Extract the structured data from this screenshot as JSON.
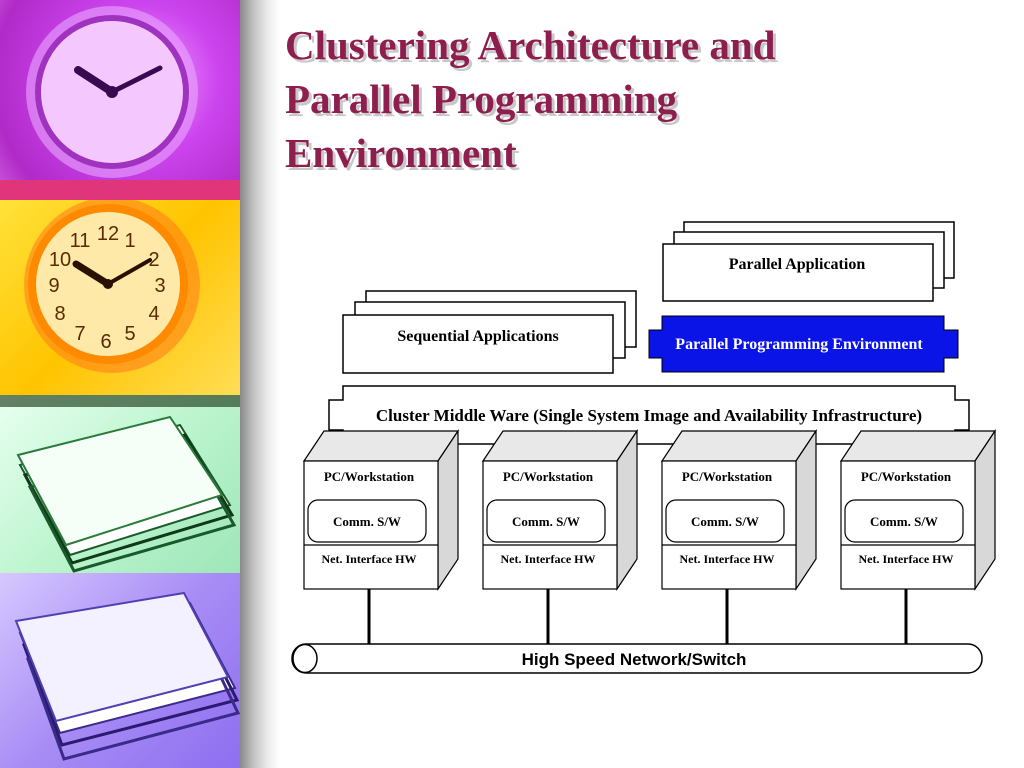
{
  "slide": {
    "title_lines": [
      "Clustering Architecture and",
      "Parallel Programming",
      "Environment"
    ]
  },
  "photos": [
    {
      "name": "clock-purple",
      "icon": "clock-icon"
    },
    {
      "name": "clock-yellow",
      "icon": "clock-icon",
      "clock_numbers": [
        "12",
        "1",
        "2",
        "3",
        "4",
        "5",
        "6",
        "7",
        "8",
        "9",
        "10",
        "11"
      ]
    },
    {
      "name": "papers-green",
      "icon": "paper-stack-icon"
    },
    {
      "name": "papers-purple",
      "icon": "paper-stack-icon"
    }
  ],
  "diagram": {
    "parallel_application": "Parallel Application",
    "sequential_applications": "Sequential Applications",
    "parallel_programming_environment": "Parallel Programming Environment",
    "middleware": "Cluster Middle Ware (Single System Image and Availability Infrastructure)",
    "nodes": [
      {
        "title": "PC/Workstation",
        "comm": "Comm. S/W",
        "net": "Net. Interface HW"
      },
      {
        "title": "PC/Workstation",
        "comm": "Comm. S/W",
        "net": "Net. Interface HW"
      },
      {
        "title": "PC/Workstation",
        "comm": "Comm. S/W",
        "net": "Net. Interface HW"
      },
      {
        "title": "PC/Workstation",
        "comm": "Comm. S/W",
        "net": "Net. Interface HW"
      }
    ],
    "network": "High Speed Network/Switch"
  },
  "colors": {
    "title": "#8e1e4e",
    "ppe_fill": "#0a14e6",
    "ppe_text": "#ffffff"
  }
}
